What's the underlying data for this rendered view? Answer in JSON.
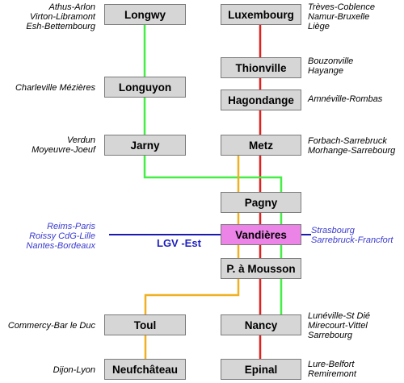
{
  "stations": {
    "longwy": "Longwy",
    "luxembourg": "Luxembourg",
    "thionville": "Thionville",
    "hagondange": "Hagondange",
    "longuyon": "Longuyon",
    "jarny": "Jarny",
    "metz": "Metz",
    "pagny": "Pagny",
    "vandieres": "Vandières",
    "pont_a_mousson": "P. à Mousson",
    "toul": "Toul",
    "nancy": "Nancy",
    "neufchateau": "Neufchâteau",
    "epinal": "Epinal"
  },
  "labels": {
    "longwy": [
      "Athus-Arlon",
      "Virton-Libramont",
      "Esh-Bettembourg"
    ],
    "luxembourg": [
      "Trèves-Coblence",
      "Namur-Bruxelle",
      "Liège"
    ],
    "thionville": [
      "Bouzonville",
      "Hayange"
    ],
    "hagondange": [
      "Amnéville-Rombas"
    ],
    "longuyon": [
      "Charleville Mézières"
    ],
    "jarny": [
      "Verdun",
      "Moyeuvre-Joeuf"
    ],
    "metz": [
      "Forbach-Sarrebruck",
      "Morhange-Sarrebourg"
    ],
    "lgv_west": [
      "Reims-Paris",
      "Roissy CdG-Lille",
      "Nantes-Bordeaux"
    ],
    "lgv_east": [
      "Strasbourg",
      "Sarrebruck-Francfort"
    ],
    "toul": [
      "Commercy-Bar le Duc"
    ],
    "nancy": [
      "Lunéville-St Dié",
      "Mirecourt-Vittel",
      "Sarrebourg"
    ],
    "neufchateau": [
      "Dijon-Lyon"
    ],
    "epinal": [
      "Lure-Belfort",
      "Remiremont"
    ]
  },
  "lgv_label": "LGV -Est",
  "colors": {
    "green_line": "#44ee44",
    "red_line": "#e02020",
    "orange_line": "#f0b020",
    "blue_line": "#1a1ab0",
    "station_fill": "#d6d6d6",
    "station_highlight": "#ec84e8"
  }
}
